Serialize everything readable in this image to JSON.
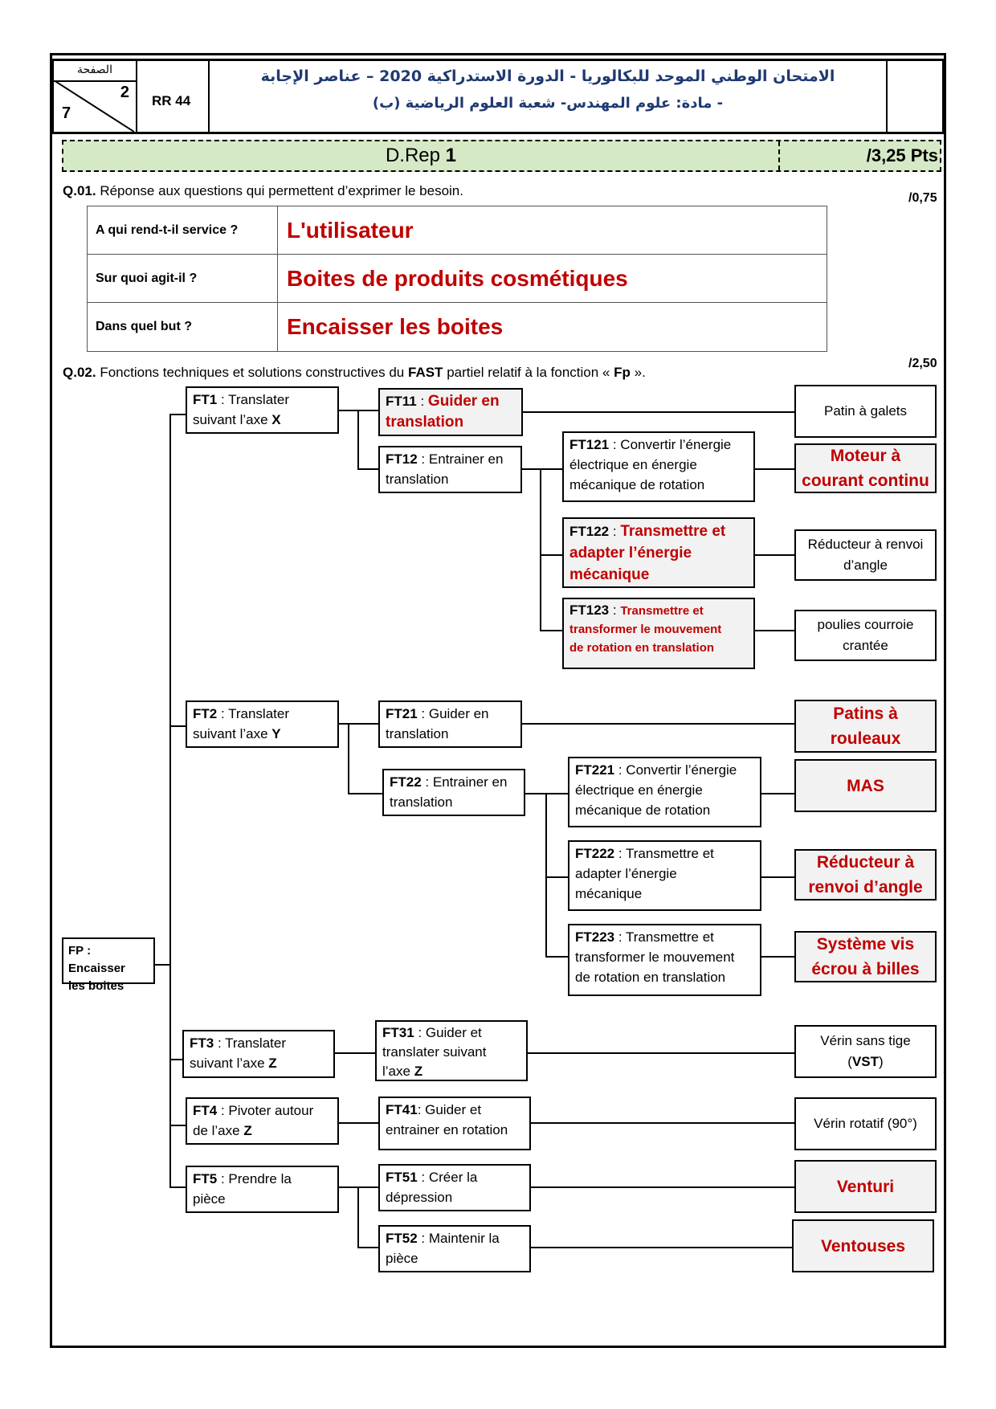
{
  "header": {
    "page_label": "الصفحة",
    "page_current": "2",
    "page_total": "7",
    "code": "RR 44",
    "title_line1": "الامتحان الوطني الموحد للبكالوريا - الدورة الاستدراكية 2020 – عناصر الإجابة",
    "title_line2": "- مادة: علوم المهندس- شعبة العلوم الرياضية (ب)"
  },
  "section": {
    "label": "D.Rep",
    "number": "1",
    "points": "/3,25 Pts"
  },
  "q01": {
    "num": "Q.01.",
    "text": "Réponse aux questions qui permettent d’exprimer le besoin.",
    "score": "/0,75",
    "rows": [
      {
        "question": "A qui rend-t-il service ?",
        "answer": "L'utilisateur"
      },
      {
        "question": "Sur quoi agit-il ?",
        "answer": "Boites de produits cosmétiques"
      },
      {
        "question": "Dans quel but ?",
        "answer": "Encaisser les boites"
      }
    ]
  },
  "q02": {
    "num": "Q.02.",
    "text_a": "Fonctions techniques et solutions constructives du",
    "text_b": "FAST",
    "text_c": "partiel relatif à la fonction «",
    "text_d": "Fp",
    "text_e": "».",
    "score": "/2,50"
  },
  "fast": {
    "fp": {
      "code": "FP : Encaisser",
      "code2": "les boites"
    },
    "ft1": {
      "code": "FT1",
      "text": " : Translater",
      "text2": "suivant l’axe ",
      "axis": "X"
    },
    "ft11": {
      "code": "FT11",
      "sep": " : ",
      "text": "Guider en",
      "text2": "translation"
    },
    "ft12": {
      "code": "FT12",
      "text": " : Entrainer en",
      "text2": "translation"
    },
    "ft121": {
      "code": "FT121",
      "text": " : Convertir l’énergie",
      "text2": "électrique en énergie",
      "text3": "mécanique de rotation"
    },
    "ft122": {
      "code": "FT122",
      "sep": " : ",
      "text": "Transmettre et",
      "text2": "adapter l’énergie",
      "text3": "mécanique"
    },
    "ft123": {
      "code": "FT123",
      "sep": " : ",
      "text": "Transmettre et",
      "text2": "transformer le mouvement",
      "text3": "de rotation en translation"
    },
    "ft2": {
      "code": "FT2",
      "text": " : Translater",
      "text2": "suivant l’axe ",
      "axis": "Y"
    },
    "ft21": {
      "code": "FT21",
      "text": " : Guider en",
      "text2": "translation"
    },
    "ft22": {
      "code": "FT22",
      "text": " : Entrainer en",
      "text2": "translation"
    },
    "ft221": {
      "code": "FT221",
      "text": " : Convertir l’énergie",
      "text2": "électrique en énergie",
      "text3": "mécanique de rotation"
    },
    "ft222": {
      "code": "FT222",
      "text": " : Transmettre et",
      "text2": "adapter l’énergie",
      "text3": "mécanique"
    },
    "ft223": {
      "code": "FT223",
      "text": " : Transmettre et",
      "text2": "transformer le mouvement",
      "text3": "de rotation en translation"
    },
    "ft3": {
      "code": "FT3",
      "text": " : Translater",
      "text2": "suivant l’axe ",
      "axis": "Z"
    },
    "ft31": {
      "code": "FT31",
      "text": " : Guider et",
      "text2": "translater  suivant",
      "text3": "l’axe ",
      "axis": "Z"
    },
    "ft4": {
      "code": "FT4",
      "text": " : Pivoter autour",
      "text2": "de l’axe ",
      "axis": "Z"
    },
    "ft41": {
      "code": "FT41",
      "text": ": Guider et",
      "text2": "entrainer en rotation"
    },
    "ft5": {
      "code": "FT5",
      "text": " : Prendre la",
      "text2": "pièce"
    },
    "ft51": {
      "code": "FT51",
      "text": " : Créer la",
      "text2": "dépression"
    },
    "ft52": {
      "code": "FT52",
      "text": " : Maintenir la",
      "text2": "pièce"
    }
  },
  "solutions": {
    "s11": "Patin à galets",
    "s121a": "Moteur à",
    "s121b": "courant continu",
    "s122a": "Réducteur à renvoi",
    "s122b": "d’angle",
    "s123a": "poulies courroie",
    "s123b": "crantée",
    "s21a": "Patins à",
    "s21b": "rouleaux",
    "s221": "MAS",
    "s222a": "Réducteur à",
    "s222b": "renvoi d’angle",
    "s223a": "Système vis",
    "s223b": "écrou à billes",
    "s31a": "Vérin sans tige",
    "s31b_open": "(",
    "s31b": "VST",
    "s31b_close": ")",
    "s41": "Vérin rotatif (90°)",
    "s51": "Venturi",
    "s52": "Ventouses"
  }
}
